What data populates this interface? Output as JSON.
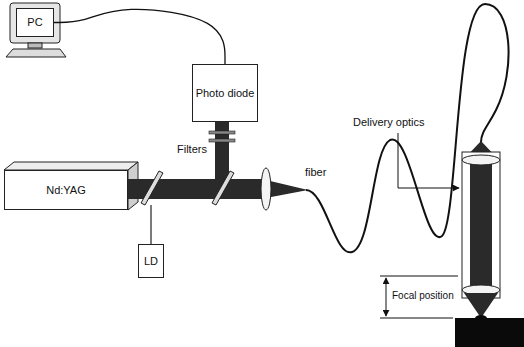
{
  "diagram": {
    "nodes": [
      {
        "text": [
          "PC"
        ]
      },
      {
        "text": [
          "Photo diode"
        ]
      },
      {
        "text": [
          "Nd:YAG"
        ]
      },
      {
        "text": [
          "LD"
        ]
      }
    ],
    "edges": [
      {
        "from": 0,
        "to": 1,
        "arrow": "none"
      }
    ],
    "labels": [
      "Filters",
      "fiber",
      "Delivery optics",
      "Focal position"
    ]
  }
}
